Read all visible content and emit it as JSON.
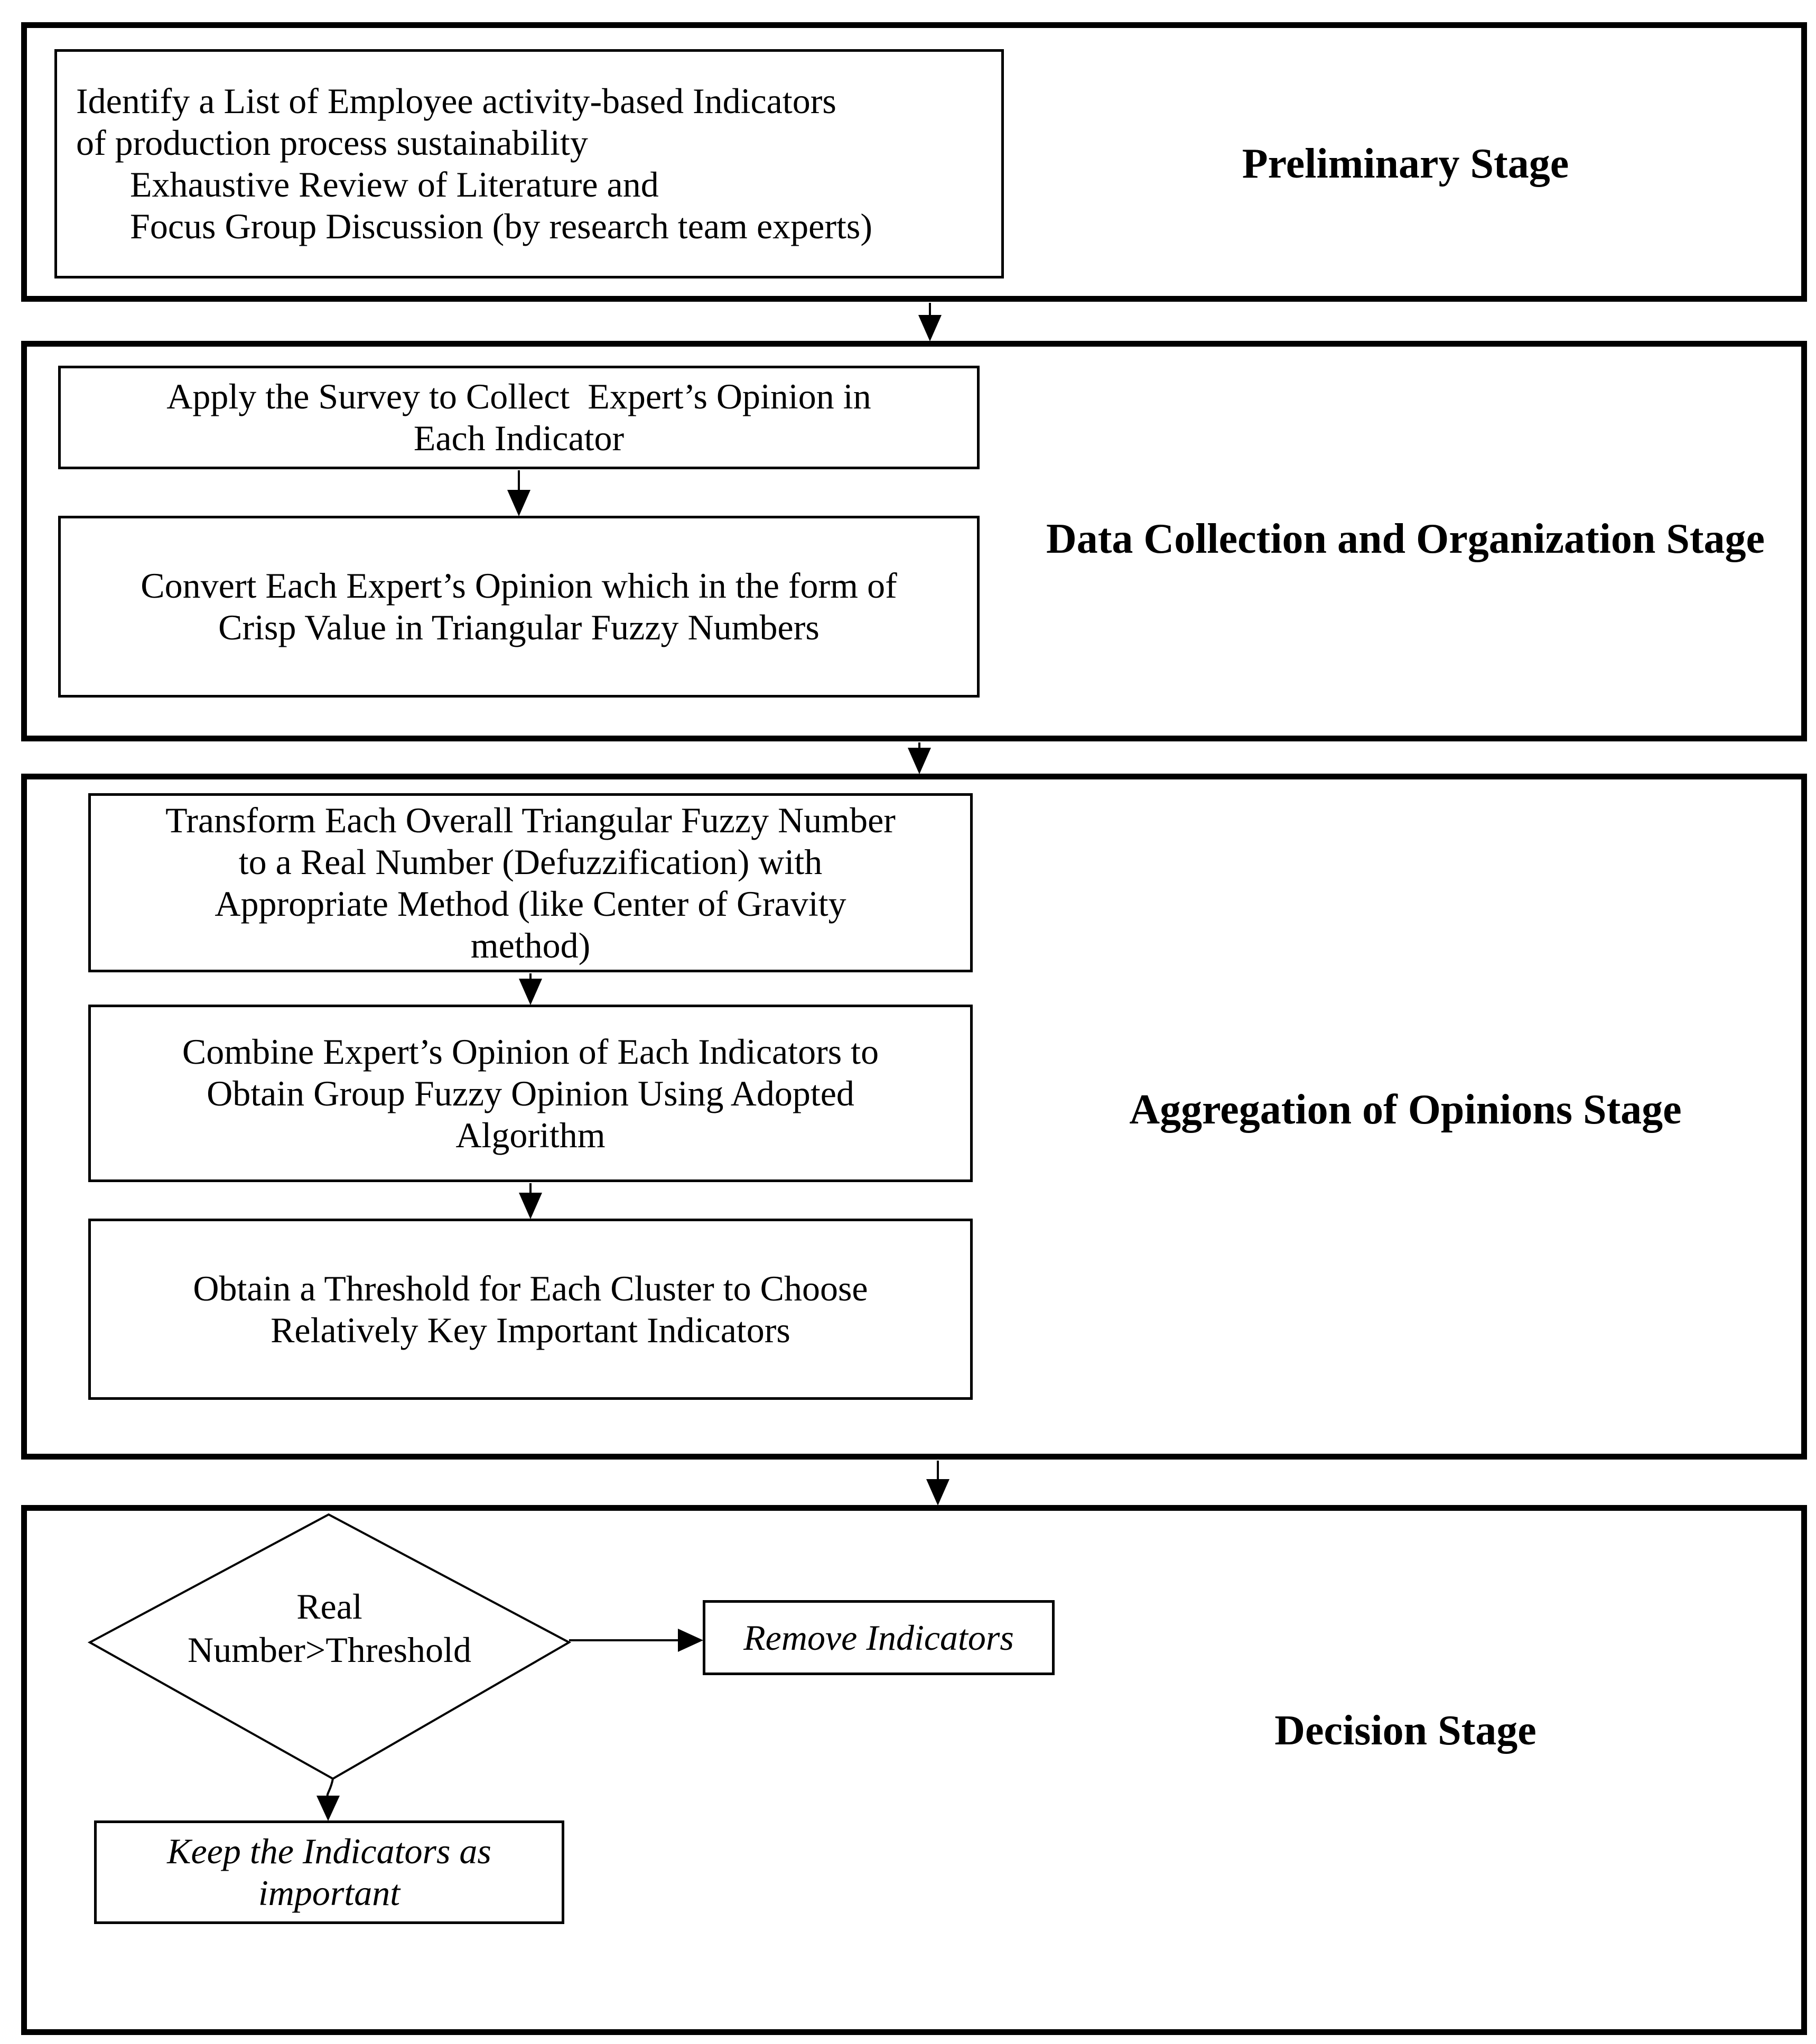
{
  "colors": {
    "ink": "#000000",
    "paper": "#ffffff"
  },
  "flowchart": {
    "stages": [
      {
        "id": "preliminary",
        "label": "Preliminary Stage",
        "boxes": [
          {
            "text": "Identify a List of Employee activity-based Indicators\nof production process sustainability\n      Exhaustive Review of Literature and\n      Focus Group Discussion (by research team experts)"
          }
        ]
      },
      {
        "id": "data-collection",
        "label": "Data Collection and Organization Stage",
        "boxes": [
          {
            "text": "Apply the Survey to Collect  Expert’s Opinion in\nEach Indicator"
          },
          {
            "text": "Convert Each Expert’s Opinion which in the form of\nCrisp Value in Triangular Fuzzy Numbers"
          }
        ]
      },
      {
        "id": "aggregation",
        "label": "Aggregation of Opinions Stage",
        "boxes": [
          {
            "text": "Transform Each Overall Triangular Fuzzy Number\nto a Real Number (Defuzzification) with\nAppropriate Method (like Center of Gravity\nmethod)"
          },
          {
            "text": "Combine Expert’s Opinion of Each Indicators to\nObtain Group Fuzzy Opinion Using Adopted\nAlgorithm"
          },
          {
            "text": "Obtain a Threshold for Each Cluster to Choose\nRelatively Key Important Indicators"
          }
        ]
      },
      {
        "id": "decision",
        "label": "Decision Stage",
        "diamond_text": "Real\nNumber>Threshold",
        "remove_box": "Remove Indicators",
        "keep_box": "Keep the Indicators as\nimportant"
      }
    ]
  }
}
